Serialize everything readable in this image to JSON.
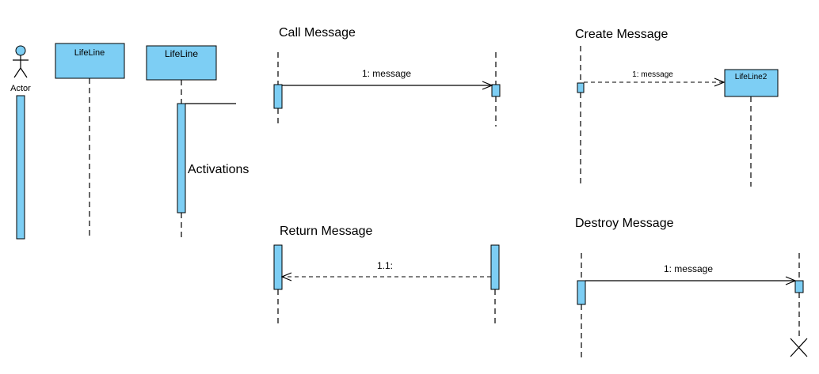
{
  "sections": {
    "actor_label": "Actor",
    "lifeline_small_label": "LifeLine",
    "lifeline_large_label": "LifeLine",
    "activations_label": "Activations",
    "call": {
      "title": "Call Message",
      "message": "1: message"
    },
    "create": {
      "title": "Create Message",
      "message": "1: message",
      "new_lifeline": "LifeLine2"
    },
    "return": {
      "title": "Return Message",
      "message": "1.1:"
    },
    "destroy": {
      "title": "Destroy Message",
      "message": "1: message"
    }
  },
  "colors": {
    "lifeline_fill": "#7dcef4",
    "stroke": "#000000"
  }
}
